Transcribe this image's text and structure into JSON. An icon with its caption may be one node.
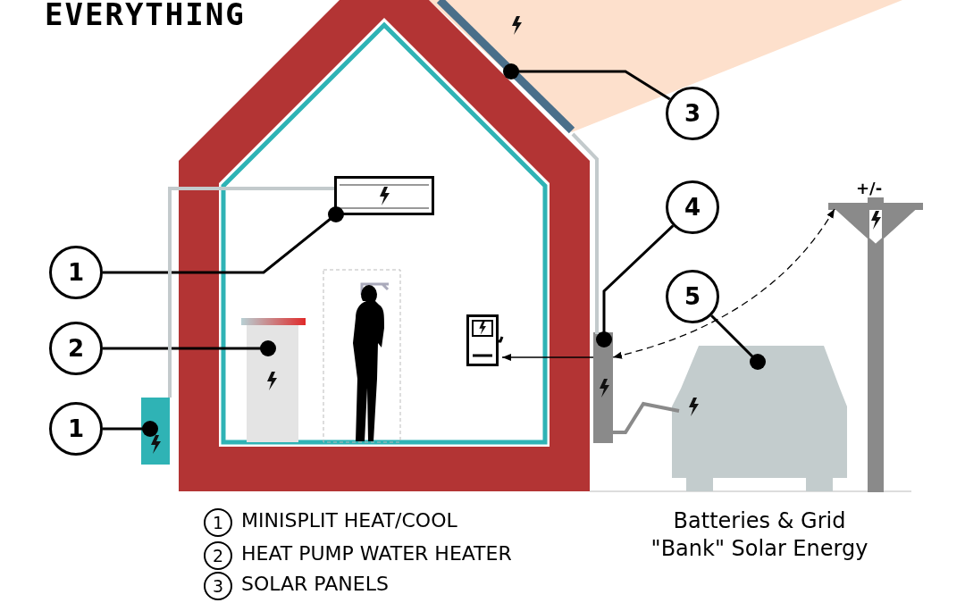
{
  "diagram": {
    "title": "EVERYTHING",
    "nodes": [
      {
        "text": [
          "1"
        ]
      },
      {
        "text": [
          "2"
        ]
      },
      {
        "text": [
          "1"
        ]
      },
      {
        "text": [
          "3"
        ]
      },
      {
        "text": [
          "4"
        ]
      },
      {
        "text": [
          "5"
        ]
      },
      {
        "text": [],
        "shape": "box"
      },
      {
        "text": [],
        "shape": "cylinder"
      },
      {
        "text": [],
        "shape": "box"
      },
      {
        "text": [],
        "shape": "bar"
      },
      {
        "text": [],
        "shape": "bar"
      },
      {
        "text": [],
        "shape": "picture"
      },
      {
        "text": [],
        "shape": "box"
      },
      {
        "text": [],
        "shape": "picture",
        "beside": [
          "+/-"
        ]
      }
    ],
    "edges": [
      {
        "from": 0,
        "to": 6,
        "arrow": "other"
      },
      {
        "from": 1,
        "to": 7,
        "arrow": "other"
      },
      {
        "from": 2,
        "to": 8,
        "arrow": "other"
      },
      {
        "from": 3,
        "to": 9,
        "arrow": "other"
      },
      {
        "from": 4,
        "to": 10,
        "arrow": "other"
      },
      {
        "from": 5,
        "to": 11,
        "arrow": "other"
      },
      {
        "from": 8,
        "to": 6,
        "arrow": "none",
        "color": "#c3cacc"
      },
      {
        "from": 9,
        "to": 10,
        "arrow": "none",
        "color": "#c3cacc"
      },
      {
        "from": 10,
        "to": 12,
        "arrow": "to"
      },
      {
        "from": 13,
        "to": 10,
        "arrow": "both",
        "style": "dashed"
      },
      {
        "from": 10,
        "to": 11,
        "arrow": "none",
        "color": "#8a8a8a"
      }
    ],
    "labels": [
      "1",
      "MINISPLIT HEAT/COOL",
      "2",
      "HEAT PUMP WATER HEATER",
      "3",
      "SOLAR PANELS",
      "Batteries & Grid \"Bank\" Solar Energy"
    ]
  }
}
